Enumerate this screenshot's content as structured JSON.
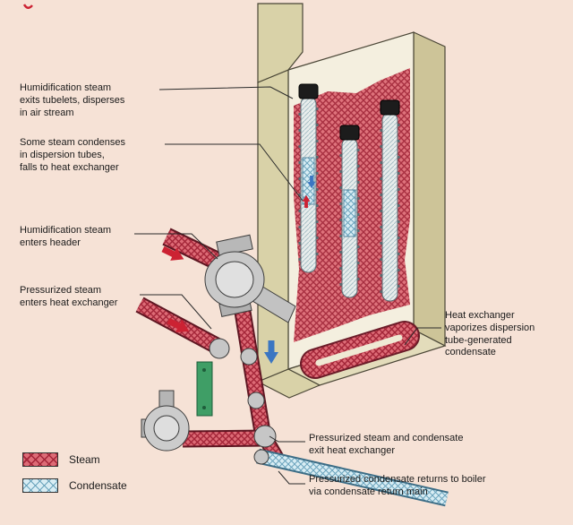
{
  "callouts": [
    {
      "id": "exit-tubelets",
      "text": "Humidification steam\nexits tubelets, disperses\nin air stream"
    },
    {
      "id": "condenses",
      "text": "Some steam condenses\nin dispersion tubes,\nfalls to heat exchanger"
    },
    {
      "id": "enters-header",
      "text": "Humidification steam\nenters header"
    },
    {
      "id": "pressurized-enters",
      "text": "Pressurized steam\nenters heat exchanger"
    },
    {
      "id": "heat-exchanger-vaporizes",
      "text": "Heat exchanger\nvaporizes dispersion\ntube-generated\ncondensate"
    },
    {
      "id": "exit-heat-exchanger",
      "text": "Pressurized steam and condensate\nexit heat exchanger"
    },
    {
      "id": "returns-boiler",
      "text": "Pressurized condensate returns to boiler\nvia condensate return main"
    }
  ],
  "legend": {
    "steam_label": "Steam",
    "condensate_label": "Condensate"
  },
  "colors": {
    "background": "#f6e2d6",
    "steam_red": "#dd6b76",
    "steam_red_dark": "#a32538",
    "condensate_blue": "#d8edf4",
    "condensate_blue_dark": "#6aa3bc",
    "duct_beige": "#d9d2a8",
    "duct_interior": "#f4efdf",
    "arrow_red": "#cc2233",
    "arrow_blue": "#3b76c2"
  }
}
